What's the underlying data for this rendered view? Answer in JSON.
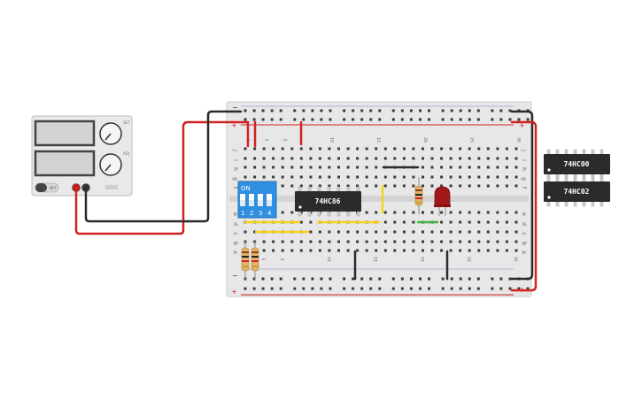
{
  "power_supply": {
    "off_label": "OFF",
    "knob_labels": [
      "SET",
      "ADJ"
    ]
  },
  "breadboard": {
    "column_numbers": [
      "1",
      "",
      "3",
      "",
      "5",
      "",
      "",
      "",
      "",
      "10",
      "",
      "",
      "",
      "",
      "15",
      "",
      "",
      "",
      "",
      "20",
      "",
      "",
      "",
      "",
      "25",
      "",
      "",
      "",
      "",
      "30"
    ],
    "rows_top": [
      "j",
      "i",
      "h",
      "g",
      "f"
    ],
    "rows_bottom": [
      "e",
      "d",
      "c",
      "b",
      "a"
    ],
    "rail_plus": "+",
    "rail_minus": "−"
  },
  "dip_switch": {
    "on_label": "ON",
    "switch_numbers": [
      "1",
      "2",
      "3",
      "4"
    ]
  },
  "chips": {
    "main": "74HC86",
    "spare_1": "74HC00",
    "spare_2": "74HC02"
  },
  "colors": {
    "wire_red": "#d32222",
    "wire_black": "#2b2b2b",
    "wire_yellow": "#f2d21b",
    "wire_green": "#3fb23f",
    "dip_blue": "#2f8fe0",
    "led_red": "#a01818",
    "breadboard": "#e7e7e7"
  }
}
